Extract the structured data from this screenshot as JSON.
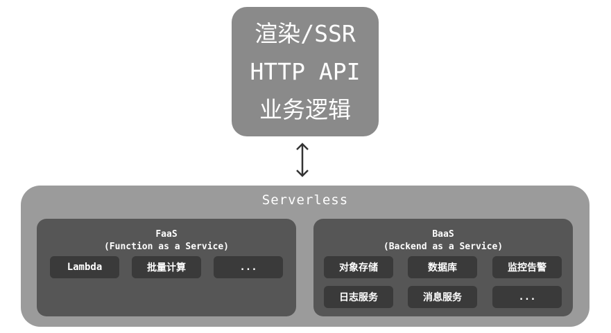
{
  "top_box": {
    "lines": [
      "渲染/SSR",
      "HTTP API",
      "业务逻辑"
    ]
  },
  "serverless": {
    "title": "Serverless",
    "faas": {
      "title_line1": "FaaS",
      "title_line2": "(Function as a Service)",
      "items": [
        "Lambda",
        "批量计算",
        "..."
      ]
    },
    "baas": {
      "title_line1": "BaaS",
      "title_line2": "(Backend as a Service)",
      "items": [
        "对象存储",
        "数据库",
        "监控告警",
        "日志服务",
        "消息服务",
        "..."
      ]
    }
  },
  "colors": {
    "top_box": "#8a8a8a",
    "outer": "#9b9b9b",
    "panel": "#565656",
    "chip": "#3a3a3a",
    "arrow": "#333333"
  }
}
